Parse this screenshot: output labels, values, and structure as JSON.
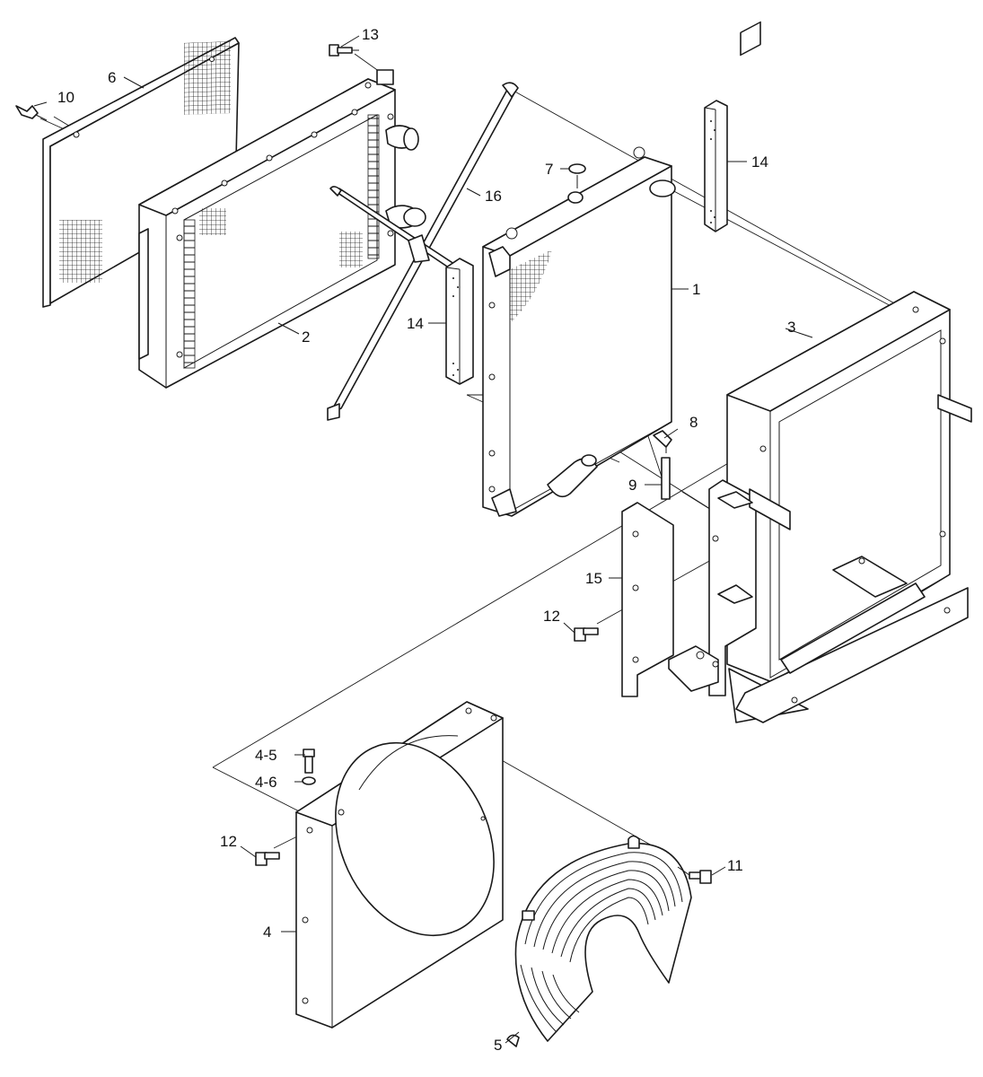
{
  "callouts": [
    {
      "id": "c1",
      "label": "1"
    },
    {
      "id": "c2",
      "label": "2"
    },
    {
      "id": "c3",
      "label": "3"
    },
    {
      "id": "c4",
      "label": "4"
    },
    {
      "id": "c4_5",
      "label": "4-5"
    },
    {
      "id": "c4_6",
      "label": "4-6"
    },
    {
      "id": "c5",
      "label": "5"
    },
    {
      "id": "c6",
      "label": "6"
    },
    {
      "id": "c7",
      "label": "7"
    },
    {
      "id": "c8",
      "label": "8"
    },
    {
      "id": "c9",
      "label": "9"
    },
    {
      "id": "c10",
      "label": "10"
    },
    {
      "id": "c11",
      "label": "11"
    },
    {
      "id": "c12a",
      "label": "12"
    },
    {
      "id": "c12b",
      "label": "12"
    },
    {
      "id": "c13",
      "label": "13"
    },
    {
      "id": "c14a",
      "label": "14"
    },
    {
      "id": "c14b",
      "label": "14"
    },
    {
      "id": "c15",
      "label": "15"
    },
    {
      "id": "c16",
      "label": "16"
    }
  ],
  "colors": {
    "line": "#1a1a1a",
    "background": "#ffffff"
  }
}
